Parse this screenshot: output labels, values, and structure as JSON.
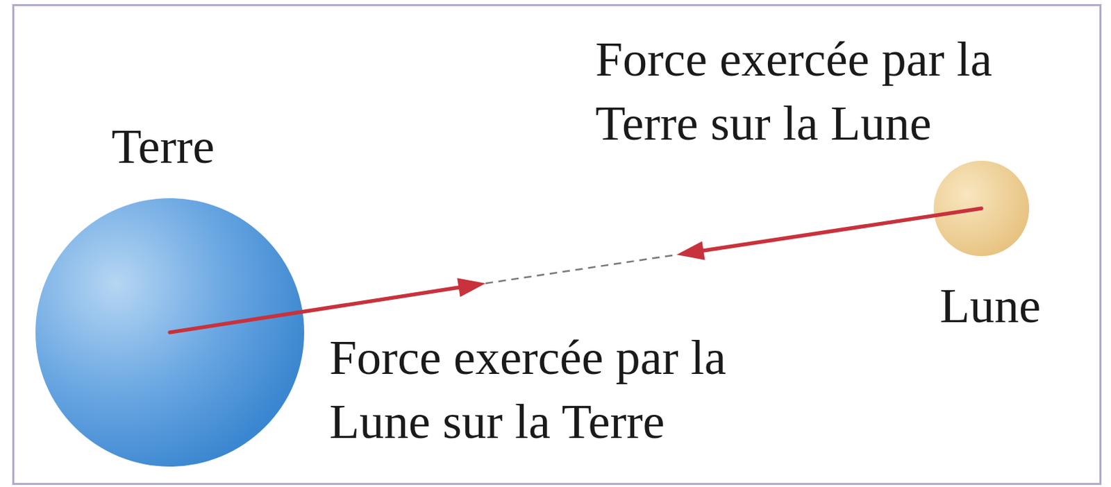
{
  "diagram": {
    "nodes": [
      {
        "text": [
          "Terre"
        ]
      },
      {
        "text": [
          "Lune"
        ]
      }
    ],
    "labels": [
      "Force exercée par la Terre sur la Lune",
      "Force exercée par la Lune sur la Terre"
    ]
  }
}
